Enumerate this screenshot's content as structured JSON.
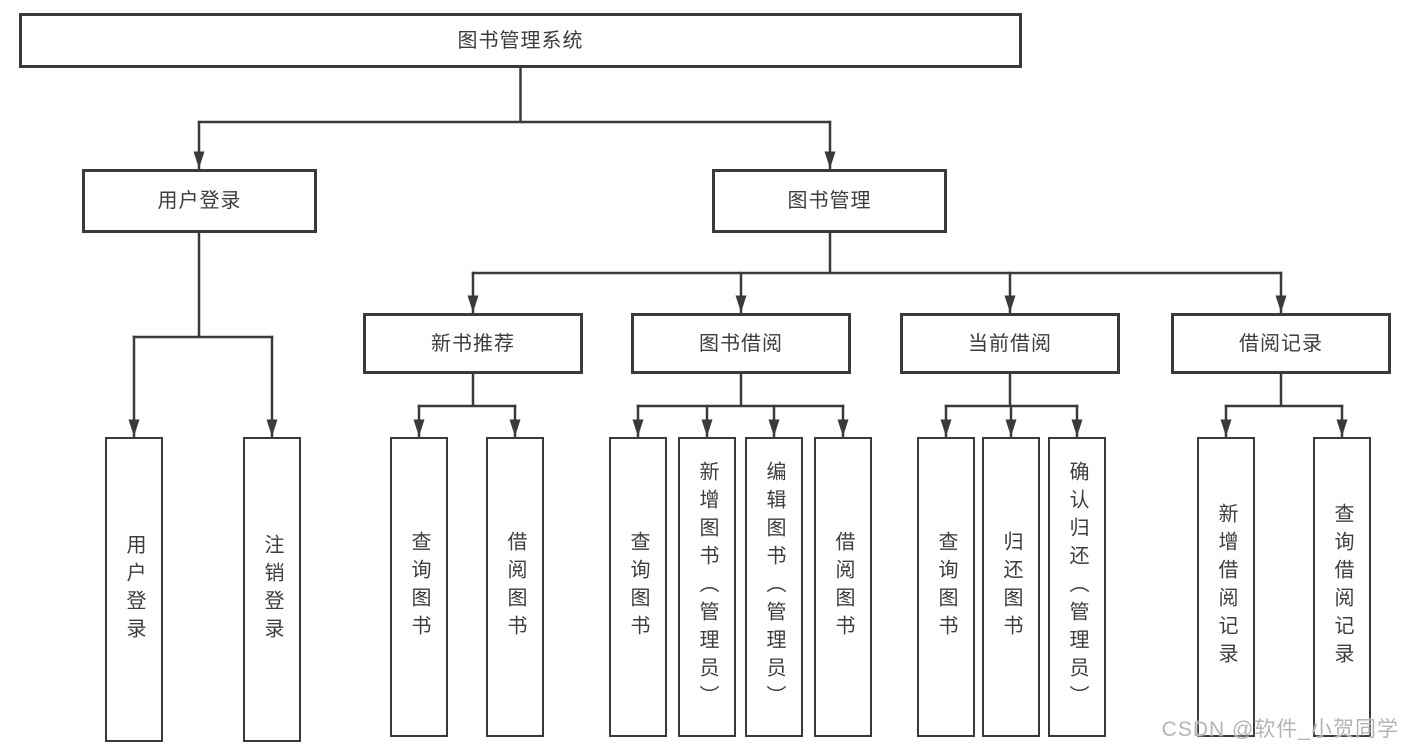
{
  "diagram": {
    "root": {
      "label": "图书管理系统"
    },
    "branches": [
      {
        "label": "用户登录",
        "children": [
          {
            "label": "用户登录"
          },
          {
            "label": "注销登录"
          }
        ]
      },
      {
        "label": "图书管理",
        "groups": [
          {
            "label": "新书推荐",
            "children": [
              {
                "label": "查询图书"
              },
              {
                "label": "借阅图书"
              }
            ]
          },
          {
            "label": "图书借阅",
            "children": [
              {
                "label": "查询图书"
              },
              {
                "label": "新增图书（管理员）"
              },
              {
                "label": "编辑图书（管理员）"
              },
              {
                "label": "借阅图书"
              }
            ]
          },
          {
            "label": "当前借阅",
            "children": [
              {
                "label": "查询图书"
              },
              {
                "label": "归还图书"
              },
              {
                "label": "确认归还（管理员）"
              }
            ]
          },
          {
            "label": "借阅记录",
            "children": [
              {
                "label": "新增借阅记录"
              },
              {
                "label": "查询借阅记录"
              }
            ]
          }
        ]
      }
    ]
  },
  "watermark": {
    "text": "CSDN @软件_小贺同学"
  },
  "colors": {
    "line": "#3a3a3a",
    "text": "#3d3d3d",
    "background": "#ffffff",
    "watermark": "#b4b4b4"
  }
}
